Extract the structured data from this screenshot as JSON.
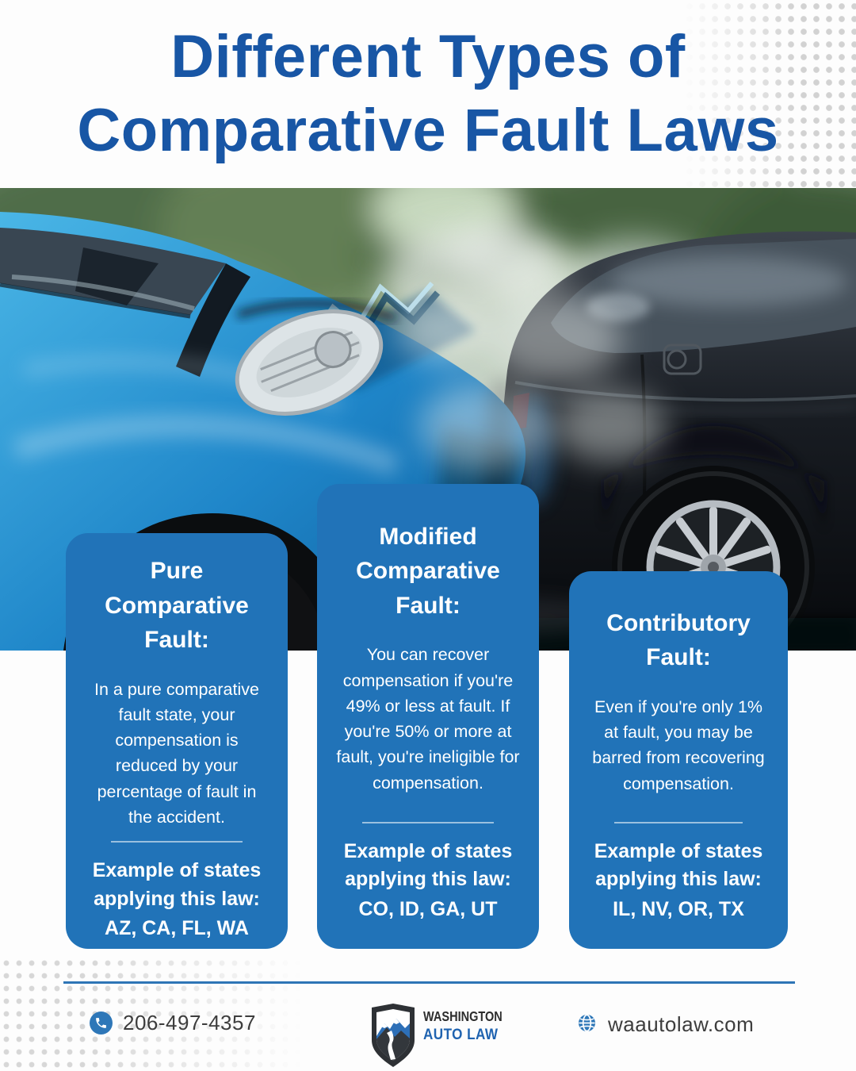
{
  "title": {
    "line1": "Different Types of",
    "line2": "Comparative Fault Laws"
  },
  "photo": {
    "description": "Blue car front crashed into rear of black car, smoke rising, trees behind"
  },
  "cards": [
    {
      "heading": "Pure Comparative Fault:",
      "body": "In a pure comparative fault state, your compensation is reduced by your percentage of fault in the accident.",
      "example_label": "Example of states applying this law:",
      "states": "AZ, CA, FL, WA"
    },
    {
      "heading": "Modified Comparative Fault:",
      "body": "You can recover compensation if you're 49% or less at fault. If you're 50% or more at fault, you're ineligible for compensation.",
      "example_label": "Example of states applying this law:",
      "states": "CO, ID, GA, UT"
    },
    {
      "heading": "Contributory Fault:",
      "body": "Even if you're only 1% at fault, you may be barred from recovering compensation.",
      "example_label": "Example of states applying this law:",
      "states": "IL, NV, OR, TX"
    }
  ],
  "footer": {
    "phone": "206-497-4357",
    "website": "waautolaw.com",
    "logo": {
      "line1": "WASHINGTON",
      "line2": "AUTO LAW"
    }
  },
  "icons": {
    "phone": "phone-icon",
    "globe": "globe-icon",
    "logo_shield": "mountain-road-shield-icon"
  },
  "colors": {
    "title_blue": "#1856a5",
    "card_blue": "#2173b8",
    "accent_rule_blue": "#2e75b6",
    "footer_text": "#3d3d3d",
    "logo_dark": "#2d2d2d",
    "logo_blue": "#1f63b0",
    "dot_gray": "#d2d2d2"
  }
}
